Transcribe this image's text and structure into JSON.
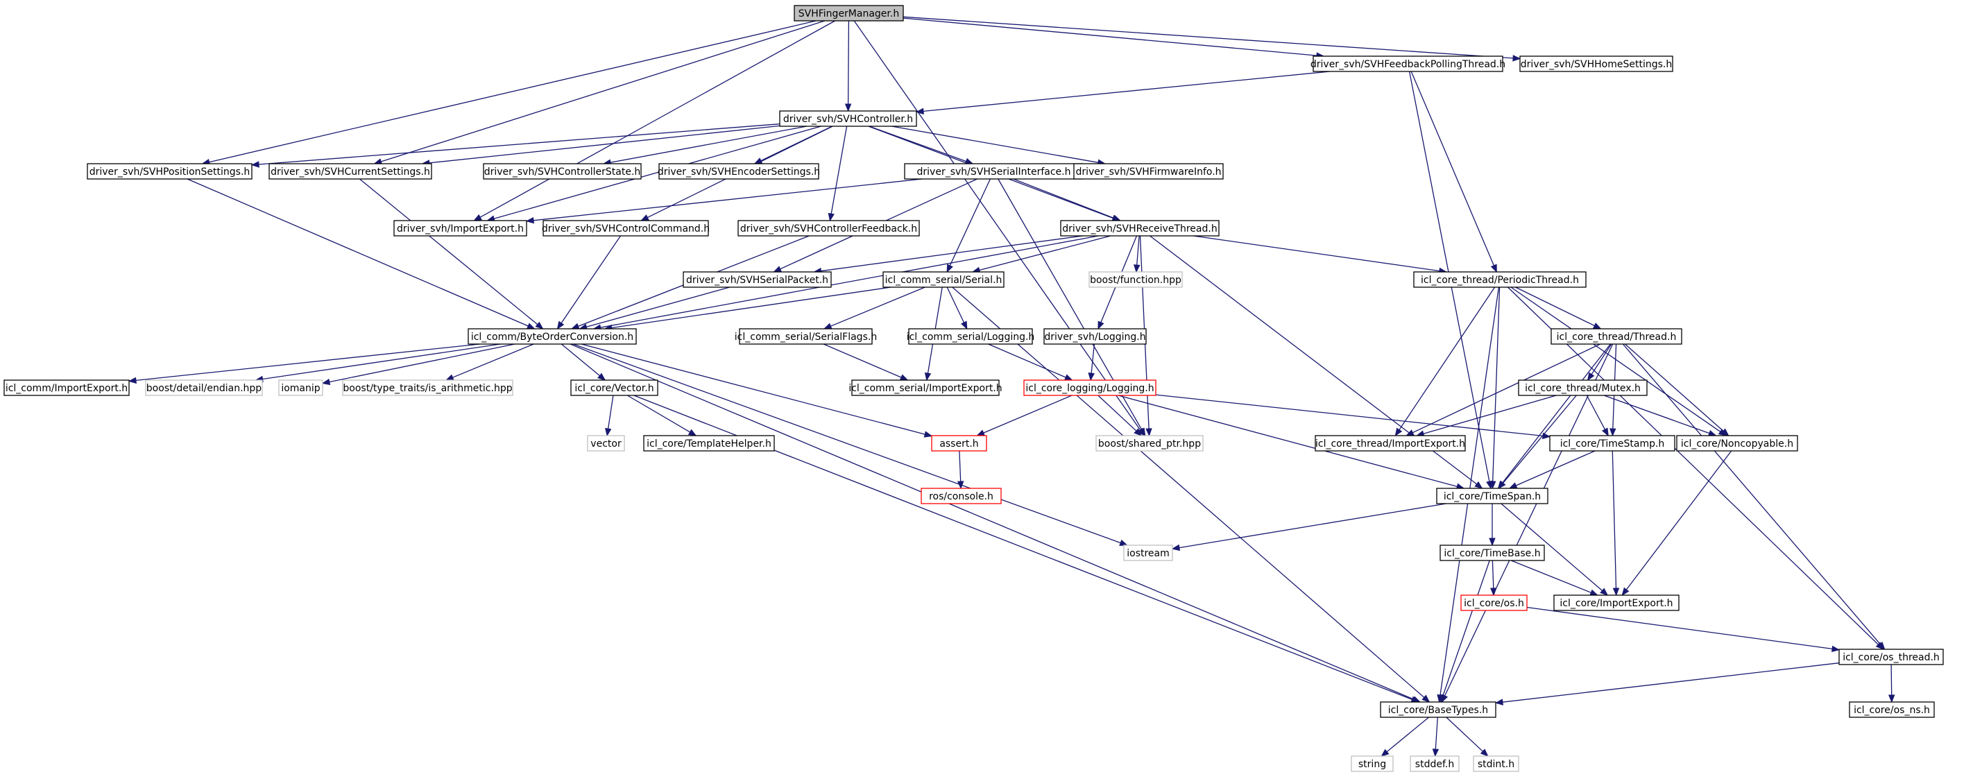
{
  "colors": {
    "edge": "#191970",
    "node_border": "#000000",
    "system_header_border": "#bfbfbf",
    "missing_file_border": "#ff0000",
    "root_fill": "#bfbfbf"
  },
  "nodes": [
    {
      "id": "root",
      "label": "SVHFingerManager.h",
      "kind": "root"
    },
    {
      "id": "fbthread",
      "label": "driver_svh/SVHFeedbackPollingThread.h",
      "kind": "file"
    },
    {
      "id": "homesettings",
      "label": "driver_svh/SVHHomeSettings.h",
      "kind": "file"
    },
    {
      "id": "controller",
      "label": "driver_svh/SVHController.h",
      "kind": "file"
    },
    {
      "id": "possettings",
      "label": "driver_svh/SVHPositionSettings.h",
      "kind": "file"
    },
    {
      "id": "cursettings",
      "label": "driver_svh/SVHCurrentSettings.h",
      "kind": "file"
    },
    {
      "id": "ctrlstate",
      "label": "driver_svh/SVHControllerState.h",
      "kind": "file"
    },
    {
      "id": "encsettings",
      "label": "driver_svh/SVHEncoderSettings.h",
      "kind": "file"
    },
    {
      "id": "serialif",
      "label": "driver_svh/SVHSerialInterface.h",
      "kind": "file"
    },
    {
      "id": "fwinfo",
      "label": "driver_svh/SVHFirmwareInfo.h",
      "kind": "file"
    },
    {
      "id": "importexport",
      "label": "driver_svh/ImportExport.h",
      "kind": "file"
    },
    {
      "id": "ctrlcmd",
      "label": "driver_svh/SVHControlCommand.h",
      "kind": "file"
    },
    {
      "id": "ctrlfb",
      "label": "driver_svh/SVHControllerFeedback.h",
      "kind": "file"
    },
    {
      "id": "recvthread",
      "label": "driver_svh/SVHReceiveThread.h",
      "kind": "file"
    },
    {
      "id": "serpacket",
      "label": "driver_svh/SVHSerialPacket.h",
      "kind": "file"
    },
    {
      "id": "serial",
      "label": "icl_comm_serial/Serial.h",
      "kind": "file"
    },
    {
      "id": "boostfunc",
      "label": "boost/function.hpp",
      "kind": "system"
    },
    {
      "id": "periodic",
      "label": "icl_core_thread/PeriodicThread.h",
      "kind": "file"
    },
    {
      "id": "byteorder",
      "label": "icl_comm/ByteOrderConversion.h",
      "kind": "file"
    },
    {
      "id": "serflags",
      "label": "icl_comm_serial/SerialFlags.h",
      "kind": "file"
    },
    {
      "id": "serlogging",
      "label": "icl_comm_serial/Logging.h",
      "kind": "file"
    },
    {
      "id": "svhlogging",
      "label": "driver_svh/Logging.h",
      "kind": "file"
    },
    {
      "id": "thread",
      "label": "icl_core_thread/Thread.h",
      "kind": "file"
    },
    {
      "id": "commie",
      "label": "icl_comm/ImportExport.h",
      "kind": "file"
    },
    {
      "id": "endian",
      "label": "boost/detail/endian.hpp",
      "kind": "system"
    },
    {
      "id": "iomanip",
      "label": "iomanip",
      "kind": "system"
    },
    {
      "id": "isarith",
      "label": "boost/type_traits/is_arithmetic.hpp",
      "kind": "system"
    },
    {
      "id": "vectorh",
      "label": "icl_core/Vector.h",
      "kind": "file"
    },
    {
      "id": "serie",
      "label": "icl_comm_serial/ImportExport.h",
      "kind": "file"
    },
    {
      "id": "logging",
      "label": "icl_core_logging/Logging.h",
      "kind": "missing"
    },
    {
      "id": "mutex",
      "label": "icl_core_thread/Mutex.h",
      "kind": "file"
    },
    {
      "id": "vector",
      "label": "vector",
      "kind": "system"
    },
    {
      "id": "tmplhelper",
      "label": "icl_core/TemplateHelper.h",
      "kind": "file"
    },
    {
      "id": "assert",
      "label": "assert.h",
      "kind": "missing"
    },
    {
      "id": "sharedptr",
      "label": "boost/shared_ptr.hpp",
      "kind": "system"
    },
    {
      "id": "threadie",
      "label": "icl_core_thread/ImportExport.h",
      "kind": "file"
    },
    {
      "id": "timestamp",
      "label": "icl_core/TimeStamp.h",
      "kind": "file"
    },
    {
      "id": "noncopy",
      "label": "icl_core/Noncopyable.h",
      "kind": "file"
    },
    {
      "id": "rosconsole",
      "label": "ros/console.h",
      "kind": "missing"
    },
    {
      "id": "timespan",
      "label": "icl_core/TimeSpan.h",
      "kind": "file"
    },
    {
      "id": "iostream",
      "label": "iostream",
      "kind": "system"
    },
    {
      "id": "timebase",
      "label": "icl_core/TimeBase.h",
      "kind": "file"
    },
    {
      "id": "osh",
      "label": "icl_core/os.h",
      "kind": "missing"
    },
    {
      "id": "coreie",
      "label": "icl_core/ImportExport.h",
      "kind": "file"
    },
    {
      "id": "osthread",
      "label": "icl_core/os_thread.h",
      "kind": "file"
    },
    {
      "id": "basetypes",
      "label": "icl_core/BaseTypes.h",
      "kind": "file"
    },
    {
      "id": "osns",
      "label": "icl_core/os_ns.h",
      "kind": "file"
    },
    {
      "id": "string",
      "label": "string",
      "kind": "system"
    },
    {
      "id": "stddef",
      "label": "stddef.h",
      "kind": "system"
    },
    {
      "id": "stdint",
      "label": "stdint.h",
      "kind": "system"
    }
  ],
  "edges": [
    [
      "root",
      "fbthread"
    ],
    [
      "root",
      "homesettings"
    ],
    [
      "root",
      "controller"
    ],
    [
      "root",
      "possettings"
    ],
    [
      "root",
      "cursettings"
    ],
    [
      "root",
      "importexport"
    ],
    [
      "root",
      "sharedptr"
    ],
    [
      "fbthread",
      "controller"
    ],
    [
      "fbthread",
      "periodic"
    ],
    [
      "fbthread",
      "timespan"
    ],
    [
      "controller",
      "possettings"
    ],
    [
      "controller",
      "cursettings"
    ],
    [
      "controller",
      "ctrlstate"
    ],
    [
      "controller",
      "encsettings"
    ],
    [
      "controller",
      "serialif"
    ],
    [
      "controller",
      "fwinfo"
    ],
    [
      "controller",
      "importexport"
    ],
    [
      "controller",
      "ctrlcmd"
    ],
    [
      "controller",
      "ctrlfb"
    ],
    [
      "controller",
      "recvthread"
    ],
    [
      "possettings",
      "byteorder"
    ],
    [
      "cursettings",
      "byteorder"
    ],
    [
      "ctrlcmd",
      "byteorder"
    ],
    [
      "ctrlfb",
      "byteorder"
    ],
    [
      "serpacket",
      "byteorder"
    ],
    [
      "serialif",
      "importexport"
    ],
    [
      "serialif",
      "recvthread"
    ],
    [
      "serialif",
      "serial"
    ],
    [
      "serialif",
      "serpacket"
    ],
    [
      "serialif",
      "sharedptr"
    ],
    [
      "recvthread",
      "serpacket"
    ],
    [
      "recvthread",
      "serial"
    ],
    [
      "recvthread",
      "boostfunc"
    ],
    [
      "recvthread",
      "svhlogging"
    ],
    [
      "recvthread",
      "sharedptr"
    ],
    [
      "recvthread",
      "periodic"
    ],
    [
      "recvthread",
      "timespan"
    ],
    [
      "recvthread",
      "byteorder"
    ],
    [
      "serial",
      "byteorder"
    ],
    [
      "serial",
      "serflags"
    ],
    [
      "serial",
      "serlogging"
    ],
    [
      "serial",
      "serie"
    ],
    [
      "serial",
      "basetypes"
    ],
    [
      "serflags",
      "serie"
    ],
    [
      "serlogging",
      "logging"
    ],
    [
      "svhlogging",
      "logging"
    ],
    [
      "byteorder",
      "commie"
    ],
    [
      "byteorder",
      "endian"
    ],
    [
      "byteorder",
      "iomanip"
    ],
    [
      "byteorder",
      "isarith"
    ],
    [
      "byteorder",
      "vectorh"
    ],
    [
      "byteorder",
      "assert"
    ],
    [
      "byteorder",
      "iostream"
    ],
    [
      "byteorder",
      "basetypes"
    ],
    [
      "vectorh",
      "vector"
    ],
    [
      "vectorh",
      "tmplhelper"
    ],
    [
      "vectorh",
      "basetypes"
    ],
    [
      "logging",
      "assert"
    ],
    [
      "logging",
      "sharedptr"
    ],
    [
      "logging",
      "timestamp"
    ],
    [
      "logging",
      "timespan"
    ],
    [
      "assert",
      "rosconsole"
    ],
    [
      "periodic",
      "thread"
    ],
    [
      "periodic",
      "threadie"
    ],
    [
      "periodic",
      "noncopy"
    ],
    [
      "periodic",
      "timespan"
    ],
    [
      "periodic",
      "osthread"
    ],
    [
      "periodic",
      "basetypes"
    ],
    [
      "thread",
      "mutex"
    ],
    [
      "thread",
      "threadie"
    ],
    [
      "thread",
      "noncopy"
    ],
    [
      "thread",
      "timestamp"
    ],
    [
      "thread",
      "timespan"
    ],
    [
      "thread",
      "osthread"
    ],
    [
      "thread",
      "basetypes"
    ],
    [
      "mutex",
      "threadie"
    ],
    [
      "mutex",
      "noncopy"
    ],
    [
      "mutex",
      "timestamp"
    ],
    [
      "mutex",
      "timespan"
    ],
    [
      "timestamp",
      "timespan"
    ],
    [
      "timestamp",
      "coreie"
    ],
    [
      "noncopy",
      "coreie"
    ],
    [
      "timespan",
      "iostream"
    ],
    [
      "timespan",
      "timebase"
    ],
    [
      "timespan",
      "coreie"
    ],
    [
      "timebase",
      "osh"
    ],
    [
      "timebase",
      "coreie"
    ],
    [
      "timebase",
      "basetypes"
    ],
    [
      "osh",
      "osthread"
    ],
    [
      "osthread",
      "basetypes"
    ],
    [
      "osthread",
      "osns"
    ],
    [
      "basetypes",
      "string"
    ],
    [
      "basetypes",
      "stddef"
    ],
    [
      "basetypes",
      "stdint"
    ]
  ]
}
